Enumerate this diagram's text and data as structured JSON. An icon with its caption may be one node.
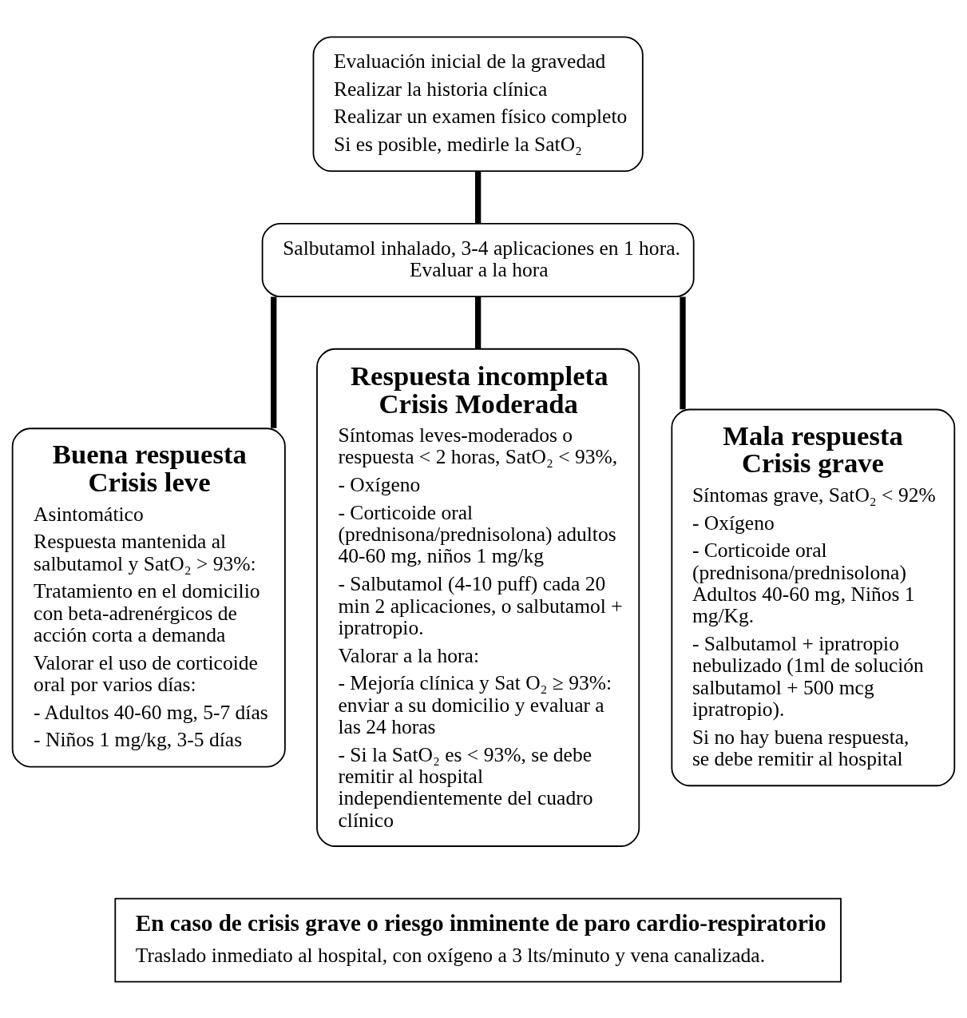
{
  "diagram": {
    "nodes": [
      {
        "text": [
          "Evaluación inicial de la gravedad",
          "Realizar la historia clínica",
          "Realizar un examen físico completo",
          "Si es posible, medirle la SatO₂"
        ]
      },
      {
        "text": [
          "Salbutamol inhalado, 3-4 aplicaciones en 1 hora. Evaluar a la hora"
        ]
      },
      {
        "text": [
          "Buena respuesta Crisis leve",
          "Asintomático",
          "Respuesta mantenida al salbutamol y SatO₂ > 93%:",
          "Tratamiento en el domicilio con beta-adrenérgicos de acción corta a demanda",
          "Valorar el uso de corticoide oral por varios días:",
          "- Adultos 40-60 mg, 5-7 días",
          "- Niños 1 mg/kg, 3-5 días"
        ]
      },
      {
        "text": [
          "Respuesta incompleta Crisis Moderada",
          "Síntomas leves-moderados o respuesta < 2 horas, SatO₂ < 93%,",
          "- Oxígeno",
          "- Corticoide oral (prednisona/prednisolona) adultos 40-60 mg, niños 1 mg/kg",
          "- Salbutamol (4-10 puff) cada 20 min 2 aplicaciones, o salbutamol + ipratropio.",
          "Valorar a la hora:",
          "- Mejoría clínica y Sat O₂ ≥ 93%: enviar a su domicilio y evaluar a las 24 horas",
          "- Si la SatO₂ es < 93%, se debe remitir al hospital independientemente del cuadro clínico"
        ]
      },
      {
        "text": [
          "Mala respuesta Crisis grave",
          "Síntomas grave, SatO₂ < 92%",
          "- Oxígeno",
          "- Corticoide oral (prednisona/prednisolona) Adultos 40-60 mg, Niños 1 mg/Kg.",
          "- Salbutamol + ipratropio nebulizado (1ml de solución salbutamol + 500 mcg ipratropio).",
          "Si no hay buena respuesta, se debe remitir al hospital"
        ]
      },
      {
        "text": [
          "En caso de crisis grave o riesgo inminente de paro cardio-respiratorio",
          "Traslado inmediato al hospital, con oxígeno a 3 lts/minuto y vena canalizada."
        ]
      }
    ],
    "edges": [
      {
        "from": 0,
        "to": 1,
        "arrow": "none"
      },
      {
        "from": 1,
        "to": 2,
        "arrow": "none"
      },
      {
        "from": 1,
        "to": 3,
        "arrow": "none"
      },
      {
        "from": 1,
        "to": 4,
        "arrow": "none"
      }
    ]
  }
}
